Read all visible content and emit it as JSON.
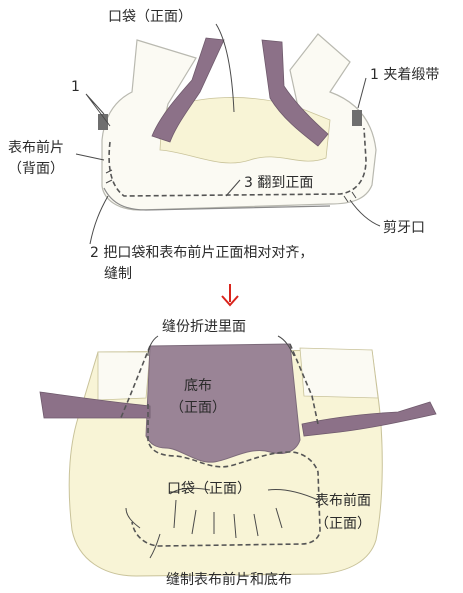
{
  "labels": {
    "pocket_top": "口袋（正面）",
    "num_1_left": "1",
    "clip_ribbon": "1 夹着缎带",
    "outer_front_back_1": "表布前片",
    "outer_front_back_2": "（背面）",
    "turn_right_side": "3 翻到正面",
    "notch": "剪牙口",
    "step2_line1": "2 把口袋和表布前片正面相对对齐，",
    "step2_line2": "缝制",
    "fold_allowance": "缝份折进里面",
    "bottom_cloth_1": "底布",
    "bottom_cloth_2": "（正面）",
    "pocket_bottom": "口袋（正面）",
    "outer_front_front_1": "表布前面",
    "outer_front_front_2": "（正面）",
    "sew_caption": "缝制表布前片和底布"
  },
  "colors": {
    "fabric_cream": "#f8f4d6",
    "lining_white": "#fbfaf3",
    "ribbon_purple": "#8c7188",
    "bottom_cloth": "#9a8496",
    "arrow_red": "#d9241c"
  }
}
